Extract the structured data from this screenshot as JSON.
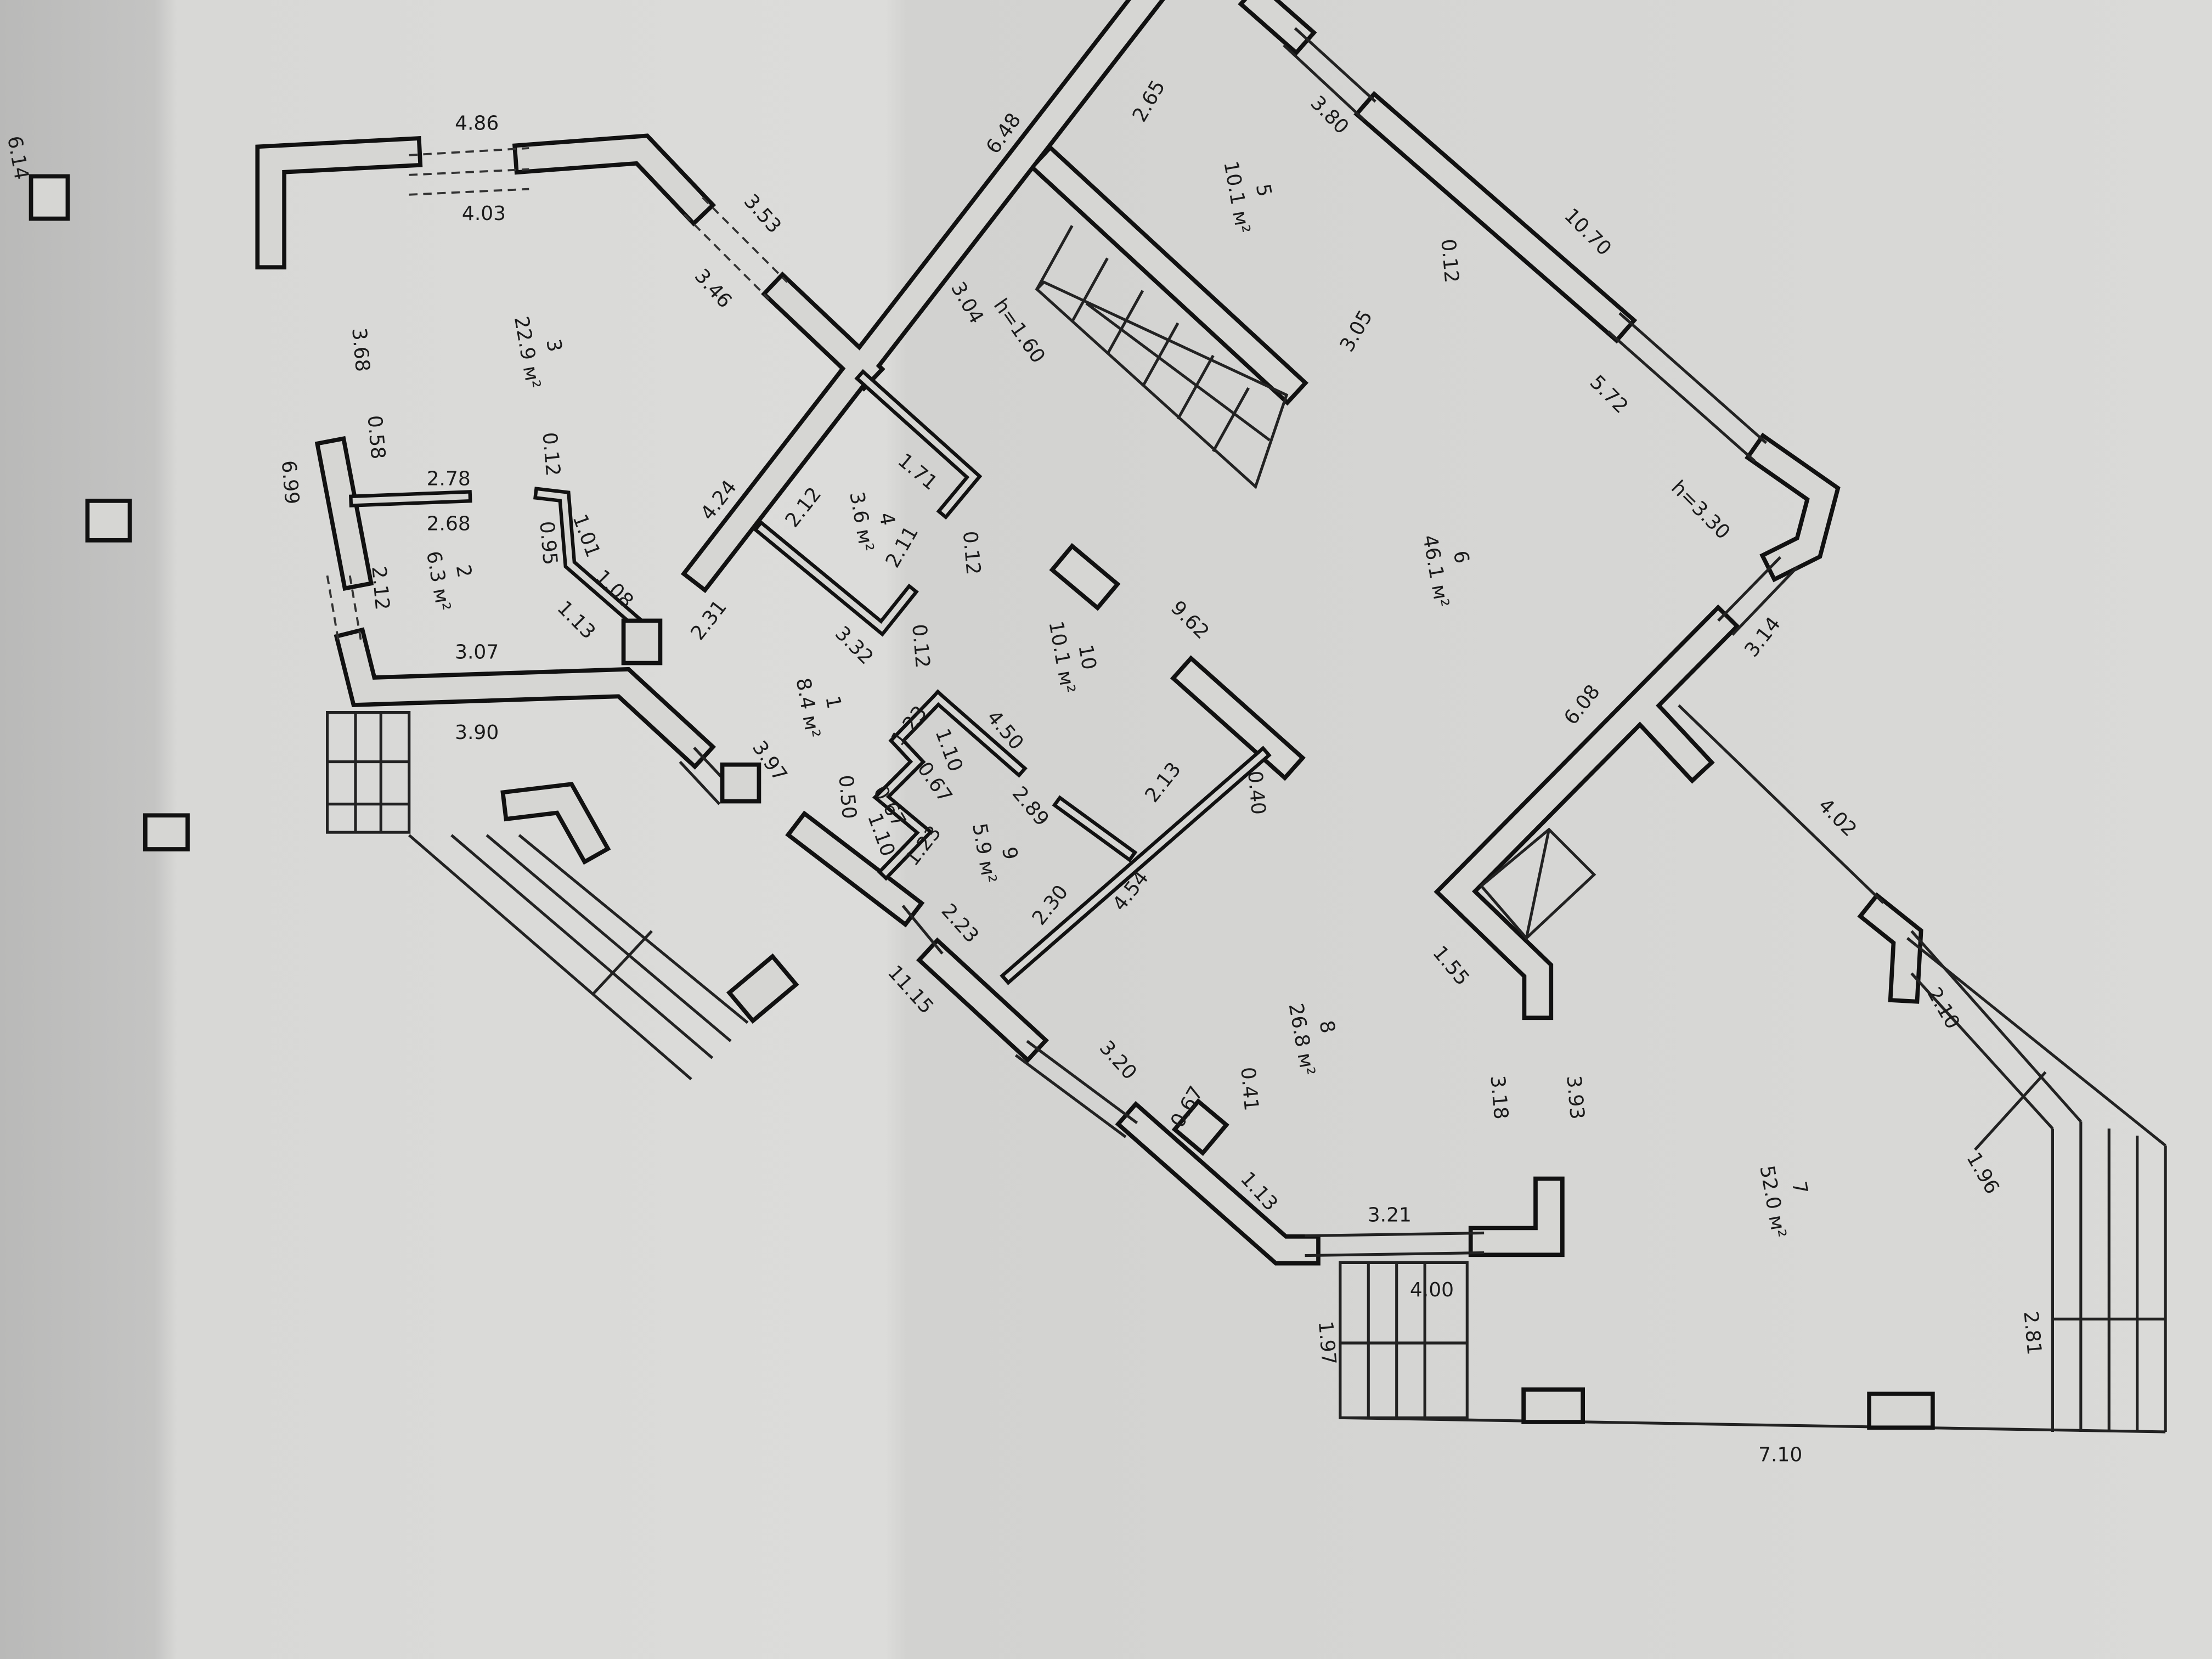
{
  "title": "Floor plan",
  "rooms": [
    {
      "number": "1",
      "area": "8.4 м²"
    },
    {
      "number": "2",
      "area": "6.3 м²"
    },
    {
      "number": "3",
      "area": "22.9 м²"
    },
    {
      "number": "4",
      "area": "3.6 м²"
    },
    {
      "number": "5",
      "area": "10.1 м²"
    },
    {
      "number": "6",
      "area": "46.1 м²"
    },
    {
      "number": "7",
      "area": "52.0 м²"
    },
    {
      "number": "8",
      "area": "26.8 м²"
    },
    {
      "number": "9",
      "area": "5.9 м²"
    },
    {
      "number": "10",
      "area": "10.1 м²"
    }
  ],
  "heights": [
    "h=1.60",
    "h=3.30"
  ],
  "dims": [
    "6.14",
    "4.86",
    "4.03",
    "3.53",
    "3.46",
    "3.68",
    "0.58",
    "6.99",
    "2.78",
    "2.68",
    "0.12",
    "1.01",
    "0.95",
    "1.08",
    "1.13",
    "2.12",
    "3.07",
    "3.90",
    "3.97",
    "4.24",
    "2.31",
    "2.12",
    "1.71",
    "2.11",
    "0.12",
    "3.32",
    "0.12",
    "0.50",
    "1.23",
    "1.10",
    "0.67",
    "0.67",
    "1.10",
    "1.23",
    "4.50",
    "2.89",
    "2.13",
    "2.30",
    "4.54",
    "2.23",
    "11.15",
    "0.40",
    "9.62",
    "3.04",
    "2.65",
    "6.48",
    "3.80",
    "0.12",
    "10.70",
    "3.05",
    "5.72",
    "3.14",
    "6.08",
    "4.02",
    "1.55",
    "3.18",
    "3.93",
    "3.20",
    "0.67",
    "0.41",
    "1.13",
    "3.21",
    "4.00",
    "1.97",
    "2.10",
    "1.96",
    "2.81",
    "7.10"
  ]
}
